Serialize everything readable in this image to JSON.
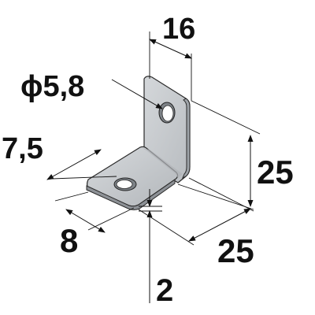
{
  "dimensions": {
    "width_top": "16",
    "hole_diameter": "ϕ5,8",
    "hole_offset": "7,5",
    "height": "25",
    "base_width": "8",
    "base_length": "25",
    "thickness": "2"
  },
  "colors": {
    "plate_front": "#c9cdd1",
    "plate_side": "#a9adb2",
    "plate_shadow": "#8d9196",
    "hole": "#ffffff",
    "ink": "#111111"
  }
}
